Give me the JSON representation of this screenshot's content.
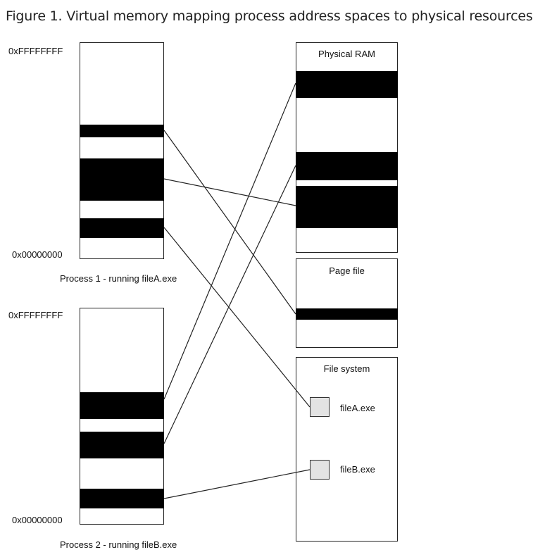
{
  "caption": "Figure 1. Virtual memory mapping process address spaces to physical resources",
  "process1": {
    "top_address": "0xFFFFFFFF",
    "bottom_address": "0x00000000",
    "label": "Process 1 - running fileA.exe"
  },
  "process2": {
    "top_address": "0xFFFFFFFF",
    "bottom_address": "0x00000000",
    "label": "Process 2 - running fileB.exe"
  },
  "physical_ram": {
    "title": "Physical RAM"
  },
  "page_file": {
    "title": "Page file"
  },
  "file_system": {
    "title": "File system",
    "files": [
      "fileA.exe",
      "fileB.exe"
    ]
  }
}
